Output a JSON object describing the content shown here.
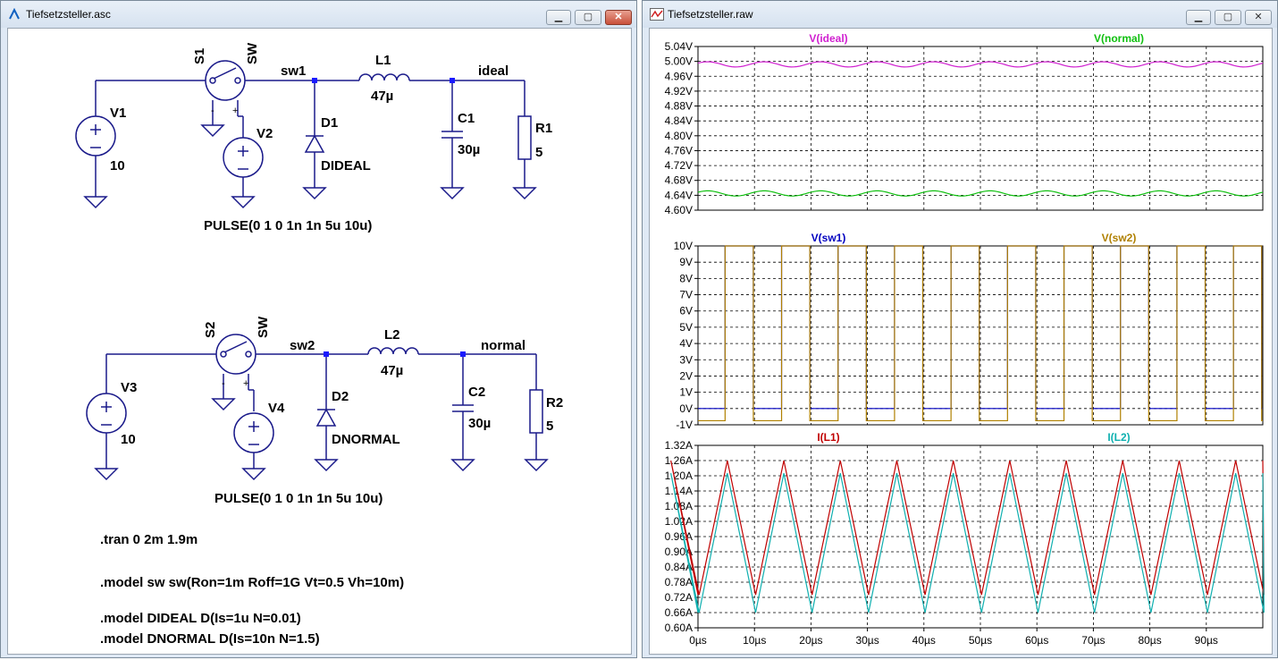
{
  "schematic_window": {
    "title": "Tiefsetzsteller.asc",
    "buttons": {
      "minimize": "▁",
      "maximize": "▢",
      "close": "✕"
    }
  },
  "plot_window": {
    "title": "Tiefsetzsteller.raw",
    "buttons": {
      "minimize": "▁",
      "maximize": "▢",
      "close": "✕"
    }
  },
  "schematic": {
    "circuit1": {
      "switch_name": "S1",
      "switch_model": "SW",
      "source_name": "V1",
      "source_value": "10",
      "ctrl_source_name": "V2",
      "pulse": "PULSE(0 1 0 1n 1n 5u 10u)",
      "node_sw": "sw1",
      "node_out": "ideal",
      "inductor_name": "L1",
      "inductor_value": "47µ",
      "diode_name": "D1",
      "diode_model": "DIDEAL",
      "cap_name": "C1",
      "cap_value": "30µ",
      "res_name": "R1",
      "res_value": "5",
      "minus": "-",
      "plus": "+"
    },
    "circuit2": {
      "switch_name": "S2",
      "switch_model": "SW",
      "source_name": "V3",
      "source_value": "10",
      "ctrl_source_name": "V4",
      "pulse": "PULSE(0 1 0 1n 1n 5u 10u)",
      "node_sw": "sw2",
      "node_out": "normal",
      "inductor_name": "L2",
      "inductor_value": "47µ",
      "diode_name": "D2",
      "diode_model": "DNORMAL",
      "cap_name": "C2",
      "cap_value": "30µ",
      "res_name": "R2",
      "res_value": "5",
      "minus": "-",
      "plus": "+"
    },
    "directives": [
      ".tran 0 2m 1.9m",
      ".model sw sw(Ron=1m Roff=1G Vt=0.5 Vh=10m)",
      ".model DIDEAL D(Is=1u N=0.01)",
      ".model DNORMAL D(Is=10n N=1.5)"
    ]
  },
  "chart_data": [
    {
      "type": "line",
      "ylim": [
        4.6,
        5.04
      ],
      "xlim": [
        0,
        100
      ],
      "y_ticks": [
        "5.04V",
        "5.00V",
        "4.96V",
        "4.92V",
        "4.88V",
        "4.84V",
        "4.80V",
        "4.76V",
        "4.72V",
        "4.68V",
        "4.64V",
        "4.60V"
      ],
      "grid": true,
      "series": [
        {
          "name": "V(ideal)",
          "color": "#d020d0",
          "mean": 4.992,
          "ripple": 0.007,
          "period": 10,
          "phase": 0.5
        },
        {
          "name": "V(normal)",
          "color": "#10c010",
          "mean": 4.645,
          "ripple": 0.007,
          "period": 10,
          "phase": 0.5
        }
      ]
    },
    {
      "type": "line",
      "ylim": [
        -1,
        10
      ],
      "xlim": [
        0,
        100
      ],
      "y_ticks": [
        "10V",
        "9V",
        "8V",
        "7V",
        "6V",
        "5V",
        "4V",
        "3V",
        "2V",
        "1V",
        "0V",
        "-1V"
      ],
      "grid": true,
      "series": [
        {
          "name": "V(sw1)",
          "color": "#0000c0",
          "high": 10,
          "low": 0,
          "period": 10,
          "duty": 0.5
        },
        {
          "name": "V(sw2)",
          "color": "#b08000",
          "high": 10,
          "low": -0.75,
          "period": 10,
          "duty": 0.5
        }
      ]
    },
    {
      "type": "line",
      "ylim": [
        0.6,
        1.32
      ],
      "xlim": [
        0,
        100
      ],
      "y_ticks": [
        "1.32A",
        "1.26A",
        "1.20A",
        "1.14A",
        "1.08A",
        "1.02A",
        "0.96A",
        "0.90A",
        "0.84A",
        "0.78A",
        "0.72A",
        "0.66A",
        "0.60A"
      ],
      "x_ticks": [
        "0µs",
        "10µs",
        "20µs",
        "30µs",
        "40µs",
        "50µs",
        "60µs",
        "70µs",
        "80µs",
        "90µs"
      ],
      "grid": true,
      "series": [
        {
          "name": "I(L1)",
          "color": "#c00000",
          "min": 0.73,
          "max": 1.26,
          "period": 10,
          "duty": 0.5
        },
        {
          "name": "I(L2)",
          "color": "#10b0b0",
          "min": 0.66,
          "max": 1.21,
          "period": 10,
          "duty": 0.5
        }
      ]
    }
  ]
}
